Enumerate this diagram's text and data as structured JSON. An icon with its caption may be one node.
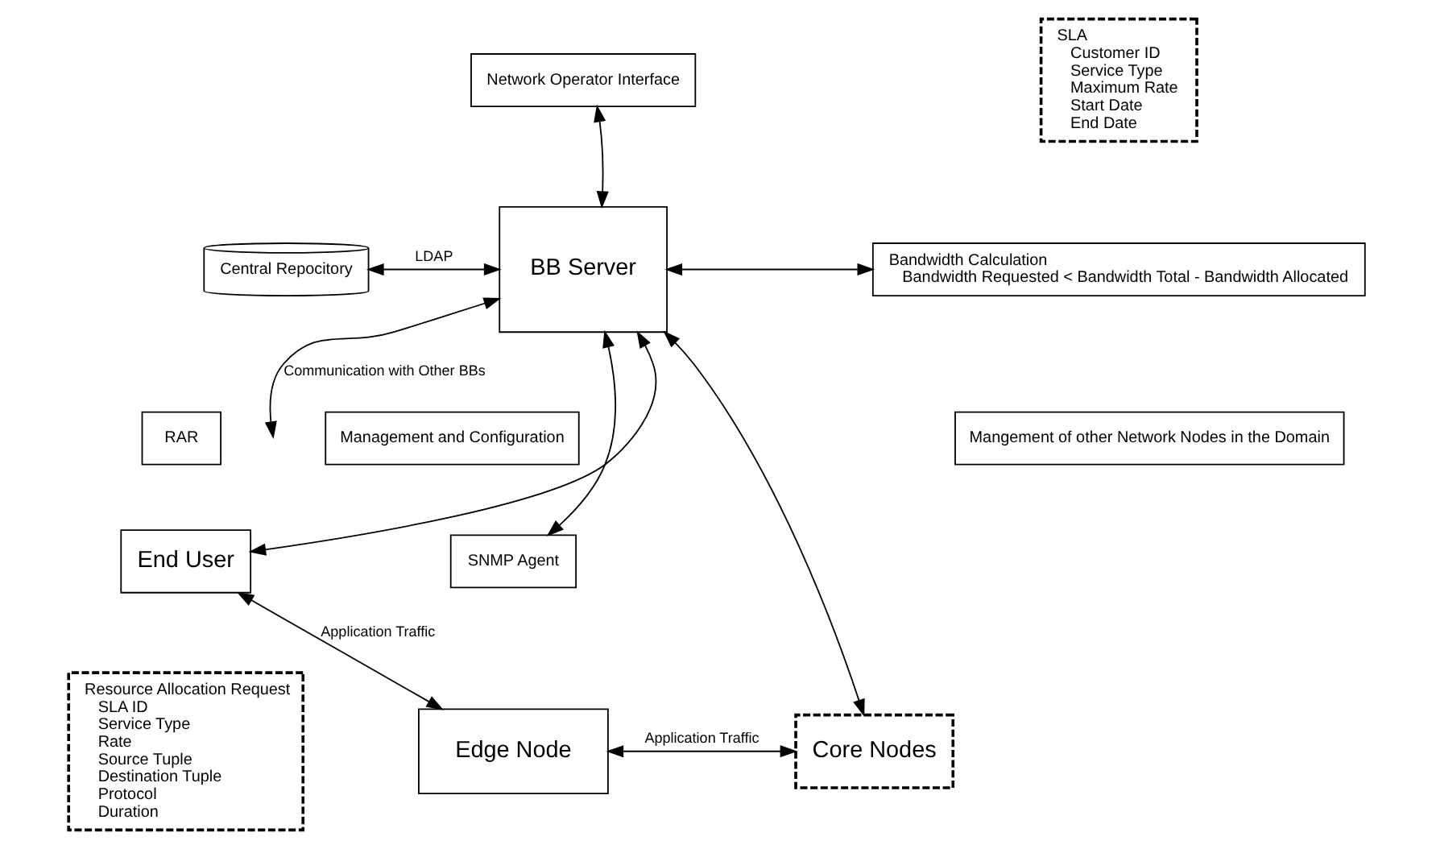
{
  "diagram": {
    "nodes": [
      {
        "text": [
          "Network Operator Interface"
        ]
      },
      {
        "text": [
          "SLA",
          "Customer ID",
          "Service Type",
          "Maximum Rate",
          "Start Date",
          "End Date"
        ]
      },
      {
        "text": [
          "Central Repocitory"
        ]
      },
      {
        "text": [
          "BB Server"
        ]
      },
      {
        "text": [
          "Bandwidth Calculation",
          "Bandwidth Requested < Bandwidth Total - Bandwidth Allocated"
        ]
      },
      {
        "text": [
          "RAR"
        ]
      },
      {
        "text": [
          "End User"
        ]
      },
      {
        "text": [
          "Management and Configuration"
        ]
      },
      {
        "text": [
          "Mangement of other Network Nodes in the Domain"
        ]
      },
      {
        "text": [
          "Resource Allocation Request",
          "SLA ID",
          "Service Type",
          "Rate",
          "Source Tuple",
          "Destination Tuple",
          "Protocol",
          "Duration"
        ]
      },
      {
        "text": [
          "SNMP Agent"
        ]
      },
      {
        "text": [
          "Edge Node"
        ]
      },
      {
        "text": [
          "Core Nodes"
        ]
      }
    ],
    "edges": [
      {
        "from": 3,
        "to": 0,
        "arrow": "both"
      },
      {
        "from": 2,
        "to": 3,
        "arrow": "both",
        "label": "LDAP"
      },
      {
        "from": 3,
        "to": 4,
        "arrow": "both"
      },
      {
        "from": 6,
        "to": 3,
        "arrow": "both"
      },
      {
        "from": 3,
        "to": null,
        "arrow": "both",
        "label": "Communication with Other BBs"
      },
      {
        "from": 3,
        "to": 12,
        "arrow": "both"
      },
      {
        "from": 3,
        "to": 10,
        "arrow": "both"
      },
      {
        "from": 6,
        "to": 11,
        "arrow": "both",
        "label": "Application Traffic"
      },
      {
        "from": 11,
        "to": 12,
        "arrow": "both",
        "label": "Application Traffic"
      }
    ]
  }
}
